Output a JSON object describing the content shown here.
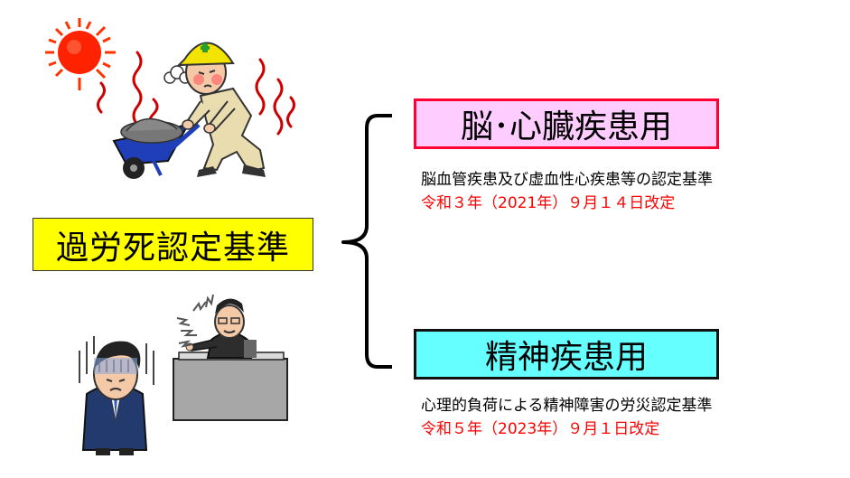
{
  "main": {
    "label": "過労死認定基準"
  },
  "categories": [
    {
      "title": "脳･心臓疾患用",
      "description": "脳血管疾患及び虚血性心疾患等の認定基準",
      "revision": "令和３年（2021年）９月１４日改定"
    },
    {
      "title": "精神疾患用",
      "description": "心理的負荷による精神障害の労災認定基準",
      "revision": "令和５年（2023年）９月１日改定"
    }
  ],
  "colors": {
    "main_bg": "#ffff00",
    "cardio_bg": "#ffccff",
    "cardio_border": "#ff0033",
    "mental_bg": "#66ffff",
    "revision_text": "#ff0000"
  },
  "illustrations": [
    "worker-wheelbarrow-heat-illustration",
    "scolded-office-worker-illustration"
  ]
}
